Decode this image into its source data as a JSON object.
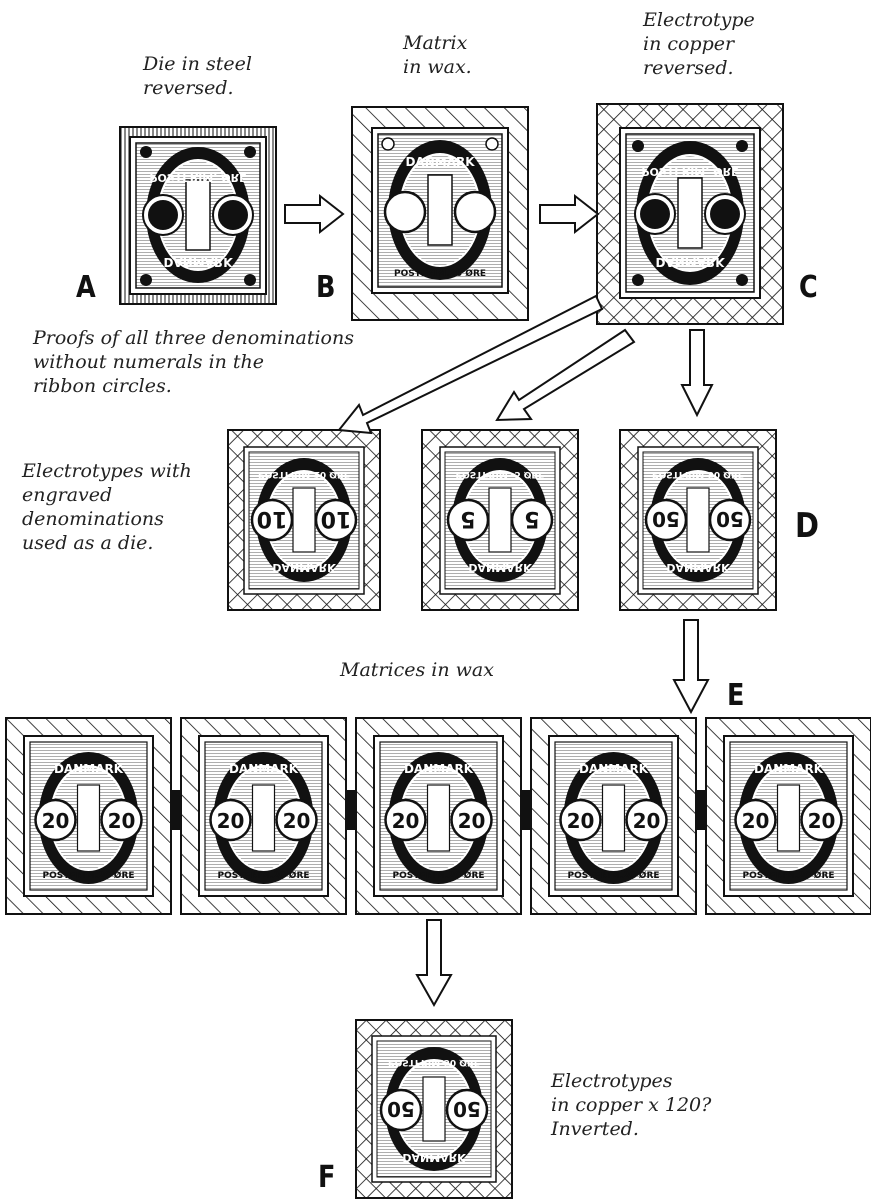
{
  "captions": {
    "die": "Die in steel\nreversed.",
    "matrix": "Matrix\nin wax.",
    "electrotype_copper": "Electrotype\nin copper\nreversed.",
    "proofs": "Proofs of all three denominations\nwithout numerals in the\nribbon circles.",
    "electrotypes_engraved": "Electrotypes with\nengraved\ndenominations\nused as a die.",
    "matrices_wax": "Matrices in wax",
    "electrotypes_final": "Electrotypes\nin copper x 120?\nInverted."
  },
  "labels": {
    "a": "A",
    "b": "B",
    "c": "C",
    "d": "D",
    "e": "E",
    "f": "F"
  },
  "stamp_text": {
    "country": "DANMARK",
    "country_reversed": "DANMARK",
    "postfrim_20": "POSTFRIM.20 ØRE",
    "postfrim_10": "POSTFRIM.10 ØRE",
    "postfrim_5": "POSTFRIM. 5 ØRE",
    "postfrim_50": "POSTFRIM.50 ØRE",
    "postfrim_blank": "POSTFRIM. ØRE"
  },
  "denominations": {
    "d10": "10",
    "d5": "5",
    "d50": "50",
    "d20": "20"
  },
  "colors": {
    "ink": "#111111",
    "paper": "#ffffff"
  }
}
